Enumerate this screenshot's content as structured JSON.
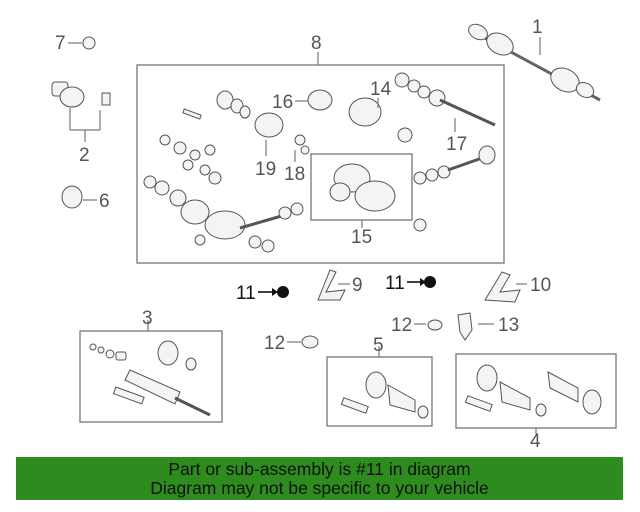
{
  "callouts": {
    "c1": "1",
    "c2": "2",
    "c3": "3",
    "c4": "4",
    "c5": "5",
    "c6": "6",
    "c7": "7",
    "c8": "8",
    "c9": "9",
    "c10": "10",
    "c11a": "11",
    "c11b": "11",
    "c12a": "12",
    "c12b": "12",
    "c13": "13",
    "c14": "14",
    "c15": "15",
    "c16": "16",
    "c17": "17",
    "c18": "18",
    "c19": "19"
  },
  "footer": {
    "line1": "Part or sub-assembly is #11 in diagram",
    "line2": "Diagram may not be specific to your vehicle"
  },
  "colors": {
    "footer_bg": "#2e8c1e",
    "line": "#777777",
    "highlight_part": "#111111"
  }
}
